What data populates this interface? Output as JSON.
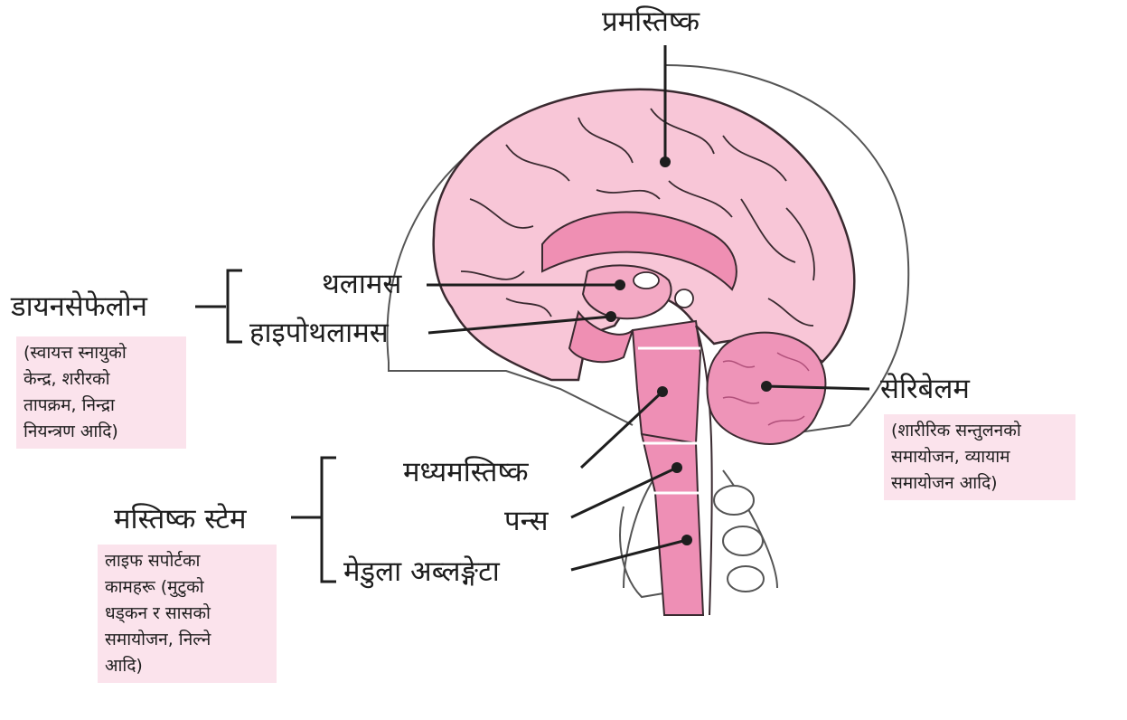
{
  "labels": {
    "cerebrum": "प्रमस्तिष्क",
    "thalamus": "थलामस",
    "hypothalamus": "हाइपोथलामस",
    "diencephalon": "डायनसेफेलोन",
    "cerebellum": "सेरिबेलम",
    "midbrain": "मध्यमस्तिष्क",
    "pons": "पन्स",
    "medulla": "मेडुला अब्लङ्गेटा",
    "brainstem": "मस्तिष्क स्टेम"
  },
  "notes": {
    "diencephalon": [
      "(स्वायत्त स्नायुको",
      "केन्द्र, शरीरको",
      "तापक्रम, निन्द्रा",
      "नियन्त्रण आदि)"
    ],
    "cerebellum": [
      "(शारीरिक सन्तुलनको",
      "समायोजन, व्यायाम",
      "समायोजन आदि)"
    ],
    "brainstem": [
      "लाइफ सपोर्टका",
      "कामहरू (मुटुको",
      "धड्कन र सासको",
      "समायोजन, निल्ने",
      "आदि)"
    ]
  },
  "colors": {
    "cerebrum": "#f8c6d7",
    "inner": "#ef8fb3",
    "cerebellum": "#ee94b8",
    "note_bg": "#fbe3ec",
    "outline": "#3a2a30"
  }
}
